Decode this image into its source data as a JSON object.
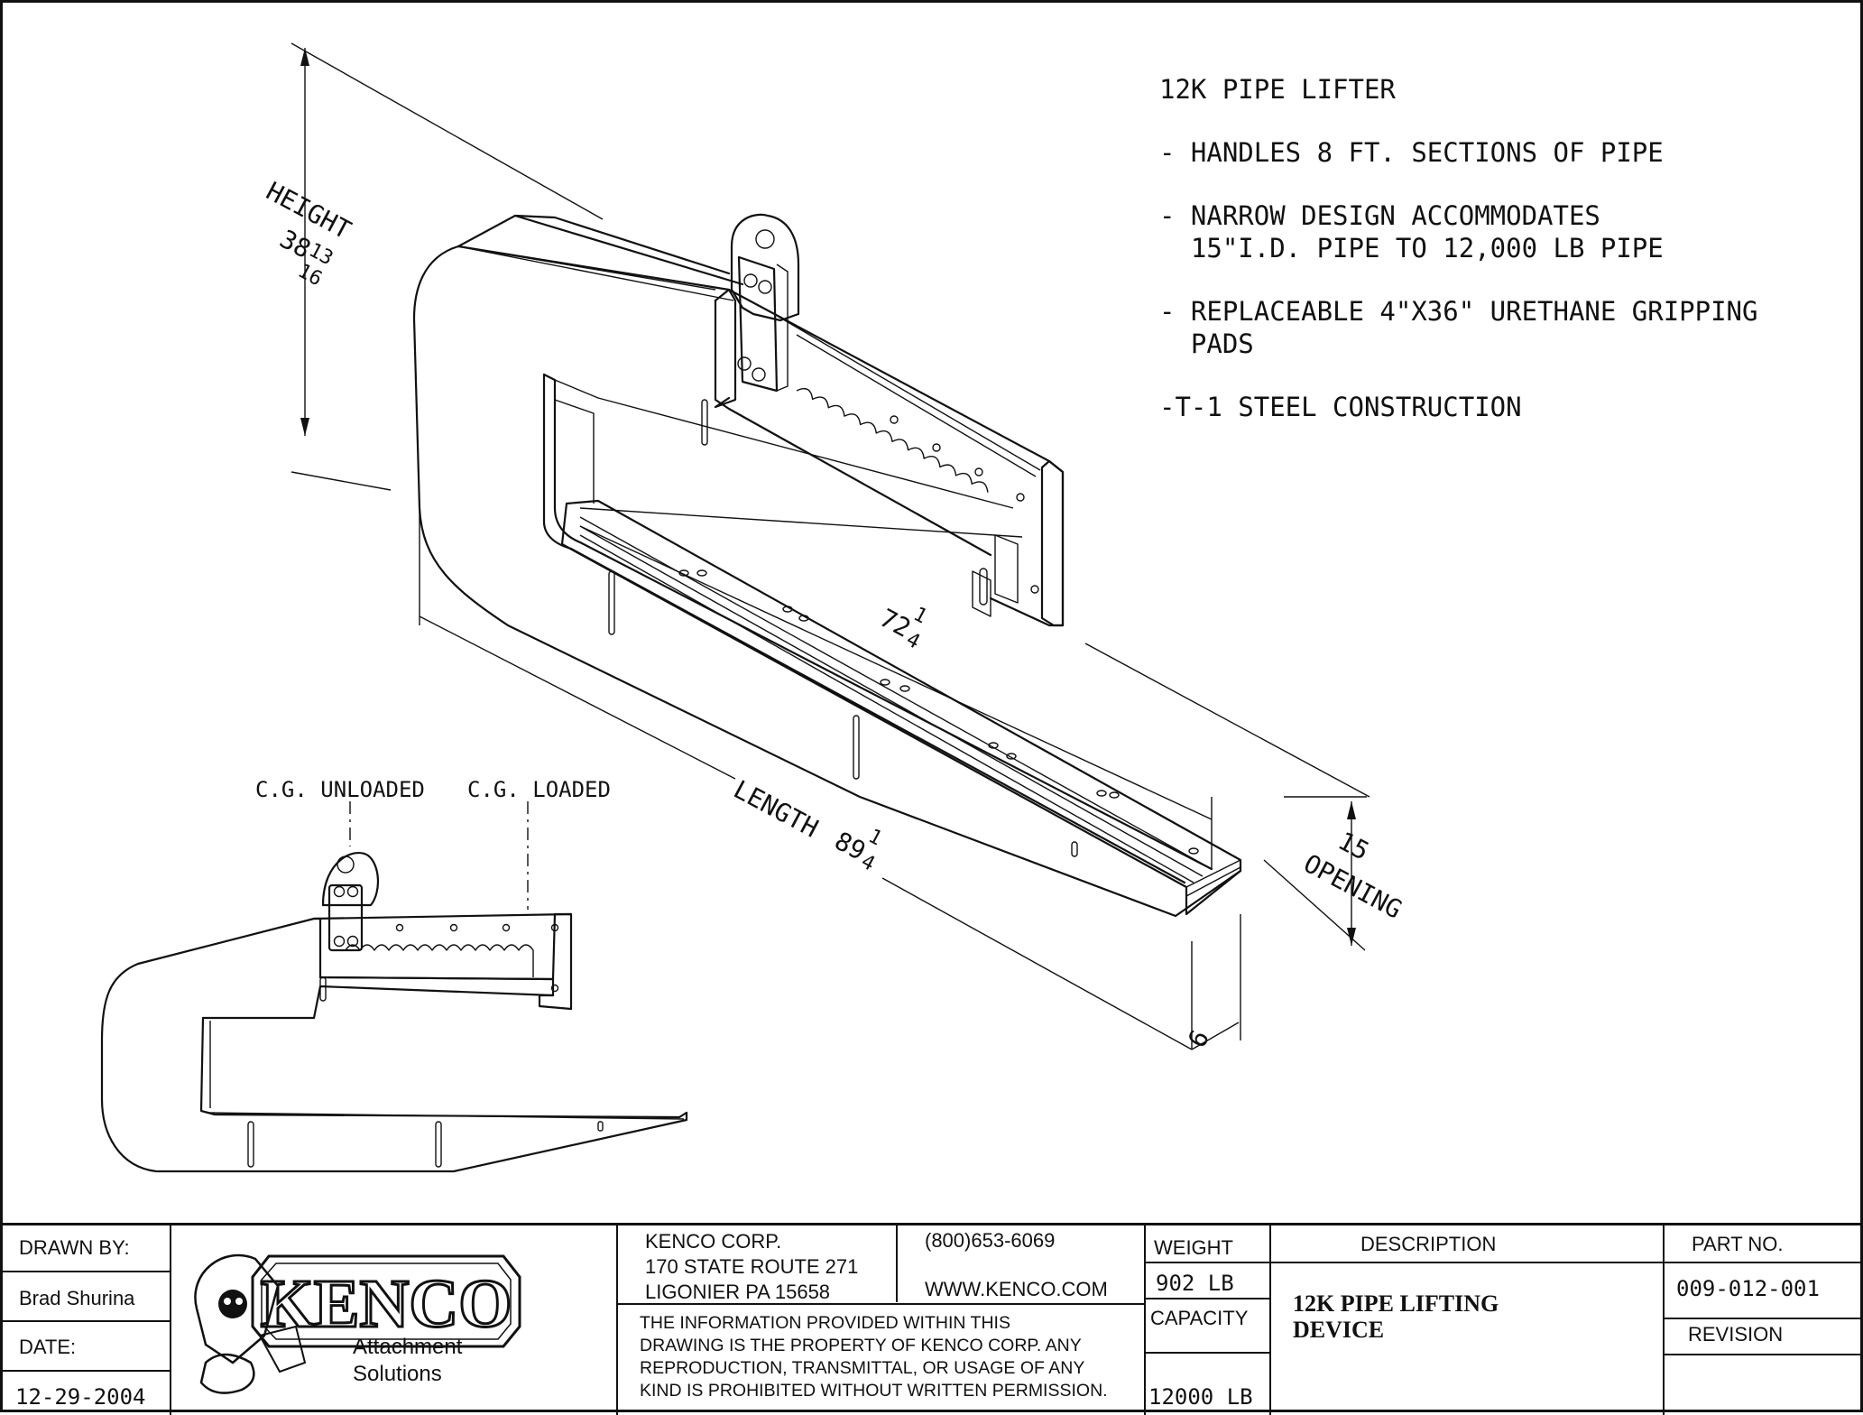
{
  "drawing": {
    "dimensions": {
      "height_label": "HEIGHT",
      "height_whole": "38",
      "height_num": "13",
      "height_den": "16",
      "width_whole": "72",
      "width_num": "1",
      "width_den": "4",
      "length_label": "LENGTH",
      "length_whole": "89",
      "length_num": "1",
      "length_den": "4",
      "opening_value": "15",
      "opening_label": "OPENING",
      "thickness": "6"
    },
    "cg_unloaded": "C.G. UNLOADED",
    "cg_loaded": "C.G. LOADED"
  },
  "notes": {
    "title": "12K PIPE LIFTER",
    "items": [
      "- HANDLES 8 FT. SECTIONS OF PIPE",
      "- NARROW DESIGN ACCOMMODATES\n  15\"I.D. PIPE TO 12,000 LB PIPE",
      "- REPLACEABLE 4\"X36\" URETHANE GRIPPING\n  PADS",
      "-T-1 STEEL CONSTRUCTION"
    ]
  },
  "title_block": {
    "drawn_by_label": "DRAWN BY:",
    "drawn_by": "Brad Shurina",
    "date_label": "DATE:",
    "date": "12-29-2004",
    "logo_text": "KENCO",
    "logo_sub1": "Attachment",
    "logo_sub2": "Solutions",
    "company_name": "KENCO CORP.",
    "address1": "170 STATE ROUTE 271",
    "address2": "LIGONIER PA 15658",
    "phone": "(800)653-6069",
    "website": "WWW.KENCO.COM",
    "disclaimer_1": "THE INFORMATION PROVIDED WITHIN THIS",
    "disclaimer_2": "DRAWING IS THE PROPERTY OF KENCO CORP. ANY",
    "disclaimer_3": "REPRODUCTION, TRANSMITTAL, OR USAGE OF ANY",
    "disclaimer_4": "KIND IS PROHIBITED WITHOUT WRITTEN PERMISSION.",
    "weight_label": "WEIGHT",
    "weight": "902 LB",
    "capacity_label": "CAPACITY",
    "capacity": "12000 LB",
    "description_label": "DESCRIPTION",
    "description_1": "12K PIPE LIFTING",
    "description_2": "DEVICE",
    "part_no_label": "PART NO.",
    "part_no": "009-012-001",
    "revision_label": "REVISION",
    "revision": ""
  }
}
